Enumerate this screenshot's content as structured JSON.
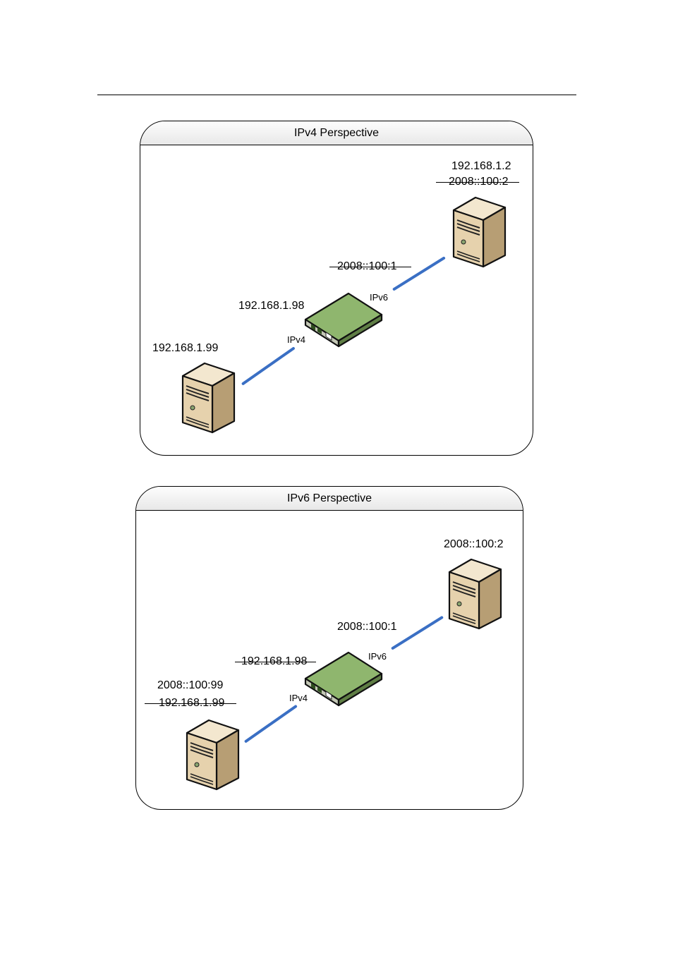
{
  "panels": [
    {
      "title": "IPv4 Perspective",
      "server_right": {
        "addr_primary": "192.168.1.2",
        "addr_struck": "2008::100:2"
      },
      "router": {
        "addr_primary": "192.168.1.98",
        "addr_struck": "2008::100:1",
        "port_left": "IPv4",
        "port_right": "IPv6"
      },
      "server_left": {
        "addr_primary": "192.168.1.99"
      }
    },
    {
      "title": "IPv6 Perspective",
      "server_right": {
        "addr_primary": "2008::100:2"
      },
      "router": {
        "addr_primary": "2008::100:1",
        "addr_struck": "192.168.1.98",
        "port_left": "IPv4",
        "port_right": "IPv6"
      },
      "server_left": {
        "addr_primary": "2008::100:99",
        "addr_struck": "192.168.1.99"
      }
    }
  ],
  "colors": {
    "link": "#3a6fc4",
    "server_body": "#e6d2ad",
    "router_top": "#8fb66e"
  },
  "icons": {
    "server": "server-tower-icon",
    "router": "router-icon"
  }
}
